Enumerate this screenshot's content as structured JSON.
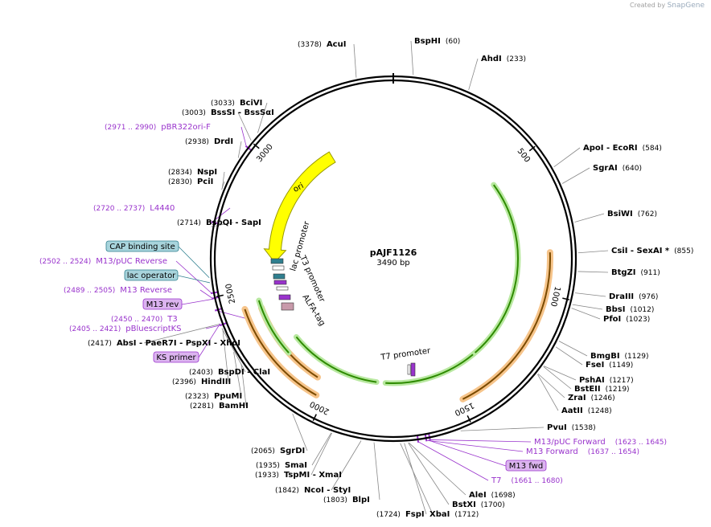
{
  "credit": {
    "prefix": "Created by",
    "brand": "SnapGene"
  },
  "plasmid": {
    "name": "pAJF1126",
    "length_label": "3490 bp",
    "length": 3490
  },
  "colors": {
    "enzyme": "#000000",
    "primer": "#9933cc",
    "feature_label": "#000000",
    "ori": "#ffff00",
    "green_arrow": "#2e8b00",
    "orange_glow": "#f6c48a",
    "green_glow": "#b8e8a0"
  },
  "ticks": [
    {
      "label": "500",
      "bp": 500
    },
    {
      "label": "1000",
      "bp": 1000
    },
    {
      "label": "1500",
      "bp": 1500
    },
    {
      "label": "2000",
      "bp": 2000
    },
    {
      "label": "2500",
      "bp": 2500
    },
    {
      "label": "3000",
      "bp": 3000
    }
  ],
  "enzymes": [
    {
      "pos": "(3378)",
      "name": "AcuI",
      "bp": 3378
    },
    {
      "pos": "(60)",
      "name": "BspHI",
      "bp": 60
    },
    {
      "pos": "(233)",
      "name": "AhdI",
      "bp": 233
    },
    {
      "pos": "(584)",
      "name": "ApoI - EcoRI",
      "bp": 584
    },
    {
      "pos": "(640)",
      "name": "SgrAI",
      "bp": 640
    },
    {
      "pos": "(762)",
      "name": "BsiWI",
      "bp": 762
    },
    {
      "pos": "(855)",
      "name": "CsiI - SexAI *",
      "bp": 855
    },
    {
      "pos": "(911)",
      "name": "BtgZI",
      "bp": 911
    },
    {
      "pos": "(976)",
      "name": "DraIII",
      "bp": 976
    },
    {
      "pos": "(1012)",
      "name": "BbsI",
      "bp": 1012
    },
    {
      "pos": "(1023)",
      "name": "PfoI",
      "bp": 1023
    },
    {
      "pos": "(1129)",
      "name": "BmgBI",
      "bp": 1129
    },
    {
      "pos": "(1149)",
      "name": "FseI",
      "bp": 1149
    },
    {
      "pos": "(1217)",
      "name": "PshAI",
      "bp": 1217
    },
    {
      "pos": "(1219)",
      "name": "BstEII",
      "bp": 1219
    },
    {
      "pos": "(1246)",
      "name": "ZraI",
      "bp": 1246
    },
    {
      "pos": "(1248)",
      "name": "AatII",
      "bp": 1248
    },
    {
      "pos": "(1538)",
      "name": "PvuI",
      "bp": 1538
    },
    {
      "pos": "(1698)",
      "name": "AleI",
      "bp": 1698
    },
    {
      "pos": "(1700)",
      "name": "BstXI",
      "bp": 1700
    },
    {
      "pos": "(1712)",
      "name": "XbaI",
      "bp": 1712
    },
    {
      "pos": "(1724)",
      "name": "FspI",
      "bp": 1724
    },
    {
      "pos": "(1803)",
      "name": "BlpI",
      "bp": 1803
    },
    {
      "pos": "(1842)",
      "name": "NcoI - StyI",
      "bp": 1842
    },
    {
      "pos": "(1933)",
      "name": "TspMI - XmaI",
      "bp": 1933
    },
    {
      "pos": "(1935)",
      "name": "SmaI",
      "bp": 1935
    },
    {
      "pos": "(2065)",
      "name": "SgrDI",
      "bp": 2065
    },
    {
      "pos": "(2281)",
      "name": "BamHI",
      "bp": 2281
    },
    {
      "pos": "(2323)",
      "name": "PpuMI",
      "bp": 2323
    },
    {
      "pos": "(2396)",
      "name": "HindIII",
      "bp": 2396
    },
    {
      "pos": "(2403)",
      "name": "BspDI - ClaI",
      "bp": 2403
    },
    {
      "pos": "(2417)",
      "name": "AbsI - PaeR7I - PspXI - XhoI",
      "bp": 2417
    },
    {
      "pos": "(2714)",
      "name": "BspQI - SapI",
      "bp": 2714
    },
    {
      "pos": "(2830)",
      "name": "PciI",
      "bp": 2830
    },
    {
      "pos": "(2834)",
      "name": "NspI",
      "bp": 2834
    },
    {
      "pos": "(2938)",
      "name": "DrdI",
      "bp": 2938
    },
    {
      "pos": "(3003)",
      "name": "BssSI - BssSαI",
      "bp": 3003
    },
    {
      "pos": "(3033)",
      "name": "BciVI",
      "bp": 3033
    }
  ],
  "primers": [
    {
      "range": "(2971 .. 2990)",
      "name": "pBR322ori-F",
      "bp": 2980
    },
    {
      "range": "(2720 .. 2737)",
      "name": "L4440",
      "bp": 2728
    },
    {
      "range": "(2502 .. 2524)",
      "name": "M13/pUC Reverse",
      "bp": 2513
    },
    {
      "range": "(2489 .. 2505)",
      "name": "M13 Reverse",
      "bp": 2497
    },
    {
      "range": "(2450 .. 2470)",
      "name": "T3",
      "bp": 2460
    },
    {
      "range": "(2405 .. 2421)",
      "name": "pBluescriptKS",
      "bp": 2413
    },
    {
      "range": "(1623 .. 1645)",
      "name": "M13/pUC Forward",
      "bp": 1634
    },
    {
      "range": "(1637 .. 1654)",
      "name": "M13 Forward",
      "bp": 1645
    },
    {
      "range": "(1661 .. 1680)",
      "name": "T7",
      "bp": 1670
    }
  ],
  "boxed_labels": [
    {
      "name": "CAP binding site",
      "kind": "feature"
    },
    {
      "name": "lac operator",
      "kind": "feature"
    },
    {
      "name": "M13 rev",
      "kind": "primer"
    },
    {
      "name": "KS primer",
      "kind": "primer"
    },
    {
      "name": "M13 fwd",
      "kind": "primer"
    }
  ],
  "features": [
    {
      "name": "ori",
      "start": 2600,
      "end": 3190,
      "color": "#ffff00",
      "direction": "reverse"
    },
    {
      "name": "lac promoter",
      "start": 2530,
      "end": 2560
    },
    {
      "name": "T3 promoter",
      "start": 2470,
      "end": 2490
    },
    {
      "name": "ALFA-tag",
      "start": 2420,
      "end": 2445
    },
    {
      "name": "T7 promoter",
      "start": 1655,
      "end": 1675
    }
  ]
}
